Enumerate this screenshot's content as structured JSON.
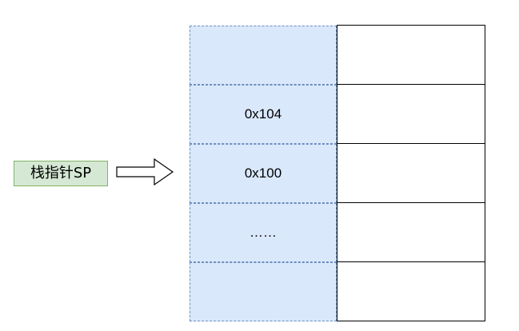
{
  "diagram": {
    "stack_pointer_label": "栈指针SP",
    "stack_cells": [
      {
        "text": ""
      },
      {
        "text": "0x104"
      },
      {
        "text": "0x100"
      },
      {
        "text": "……"
      },
      {
        "text": ""
      }
    ],
    "memory_cells": [
      {
        "text": ""
      },
      {
        "text": ""
      },
      {
        "text": ""
      },
      {
        "text": ""
      },
      {
        "text": ""
      }
    ],
    "colors": {
      "label_fill": "#d5e8d4",
      "label_stroke": "#82b366",
      "stack_fill": "#dae8fc",
      "stack_stroke": "#6c8ebf",
      "memory_fill": "#ffffff",
      "memory_stroke": "#000000",
      "arrow_stroke": "#000000"
    }
  }
}
